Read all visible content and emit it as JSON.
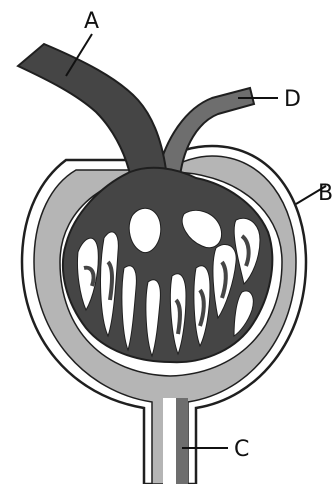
{
  "labels": {
    "a": "A",
    "b": "B",
    "c": "C",
    "d": "D"
  },
  "colors": {
    "glomerulus": "#454545",
    "efferent": "#6e6e6e",
    "capsule_space": "#b5b5b5",
    "outline": "#1f1f1f",
    "background": "#ffffff"
  }
}
